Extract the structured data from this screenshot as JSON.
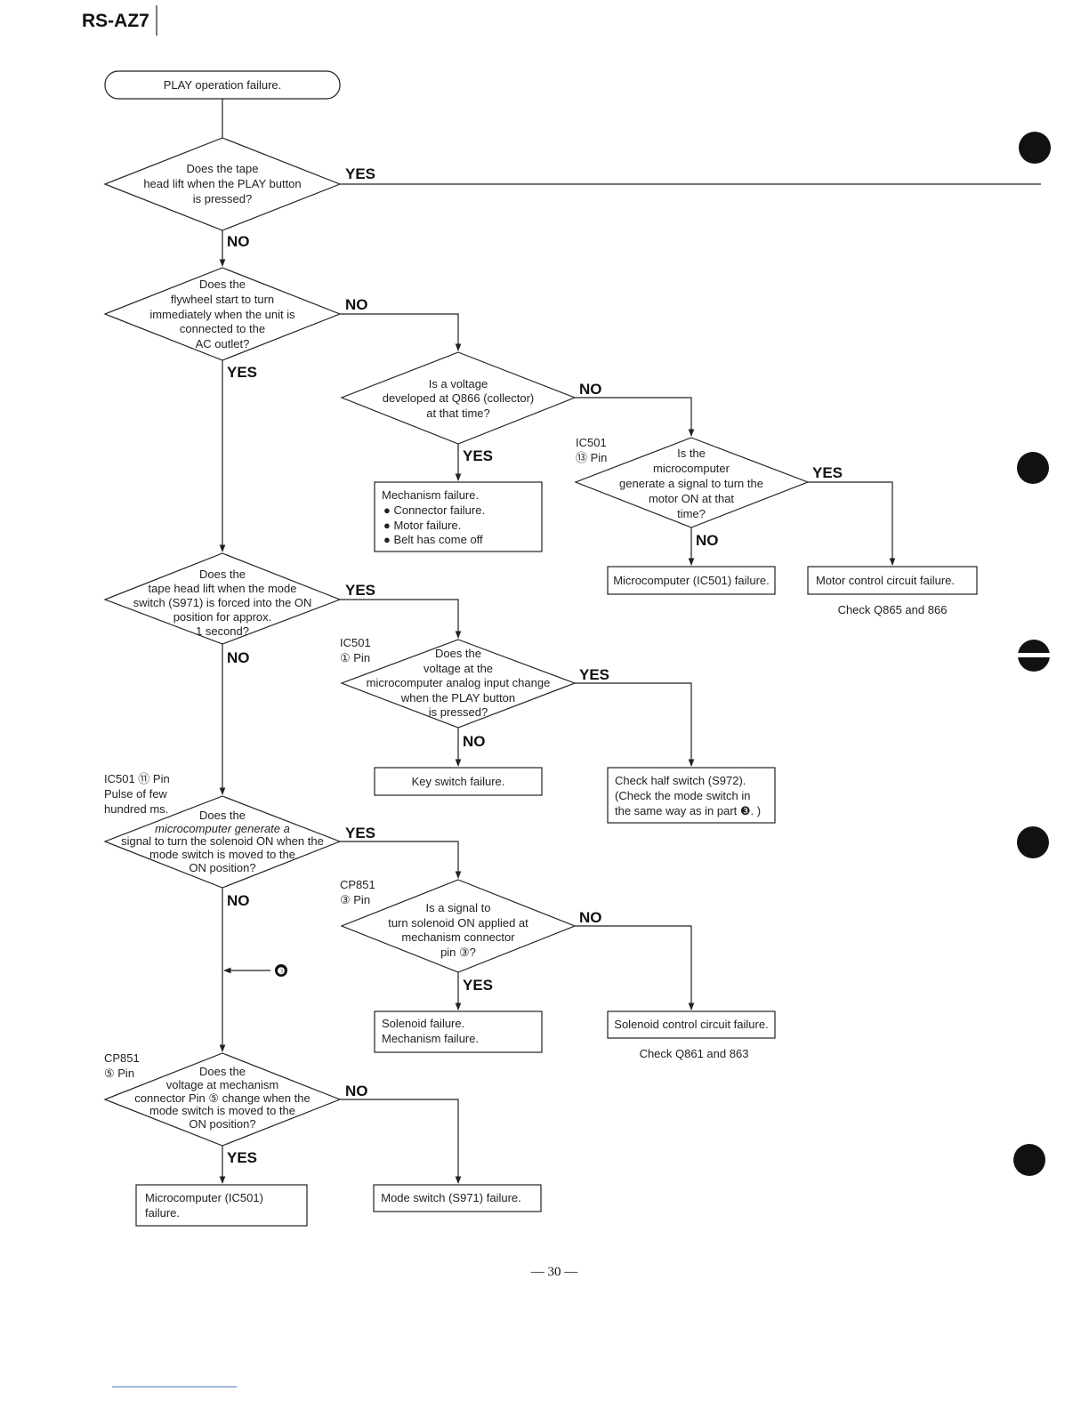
{
  "header": {
    "model": "RS-AZ7"
  },
  "page_number": "— 30 —",
  "answers": {
    "yes": "YES",
    "no": "NO"
  },
  "start": {
    "text": "PLAY operation failure."
  },
  "decisions": {
    "d1": {
      "lines": [
        "Does the tape",
        "head lift when the PLAY button",
        "is pressed?"
      ]
    },
    "d2": {
      "lines": [
        "Does the",
        "flywheel start to turn",
        "immediately when the unit is",
        "connected to the",
        "AC outlet?"
      ]
    },
    "d3": {
      "lines": [
        "Is a voltage",
        "developed at Q866 (collector)",
        "at that time?"
      ]
    },
    "d4": {
      "lines": [
        "Is the",
        "microcomputer",
        "generate a signal to turn the",
        "motor ON at that",
        "time?"
      ],
      "note": [
        "IC501",
        "⑬ Pin"
      ]
    },
    "d5": {
      "lines": [
        "Does the",
        "tape head lift when the mode",
        "switch (S971) is forced into the ON",
        "position for approx.",
        "1 second?"
      ]
    },
    "d6": {
      "lines": [
        "Does the",
        "voltage at the",
        "microcomputer analog input change",
        "when the PLAY button",
        "is pressed?"
      ],
      "note": [
        "IC501",
        "① Pin"
      ]
    },
    "d7": {
      "lines": [
        "Does the",
        "microcomputer generate a",
        "signal to turn the solenoid ON when the",
        "mode switch is moved to the",
        "ON position?"
      ],
      "note": [
        "IC501 ⑪ Pin",
        "Pulse of few",
        "hundred ms."
      ]
    },
    "d8": {
      "lines": [
        "Is a signal to",
        "turn solenoid ON applied at",
        "mechanism connector",
        "pin ③?"
      ],
      "note": [
        "CP851",
        "③ Pin"
      ]
    },
    "d9": {
      "lines": [
        "Does the",
        "voltage at mechanism",
        "connector Pin ⑤ change when the",
        "mode switch is moved to the",
        "ON position?"
      ],
      "note": [
        "CP851",
        "⑤ Pin"
      ]
    }
  },
  "results": {
    "r1": {
      "lines": [
        "Mechanism failure.",
        "● Connector failure.",
        "● Motor failure.",
        "● Belt has come off"
      ]
    },
    "r2": {
      "lines": [
        "Microcomputer (IC501) failure."
      ]
    },
    "r3": {
      "lines": [
        "Motor control circuit failure."
      ],
      "note": "Check Q865 and 866"
    },
    "r4": {
      "lines": [
        "Key switch failure."
      ]
    },
    "r5": {
      "lines": [
        "Check half switch (S972).",
        "(Check the mode switch in",
        "the same way as in part ❸. )"
      ]
    },
    "r6": {
      "lines": [
        "Solenoid failure.",
        "Mechanism failure."
      ]
    },
    "r7": {
      "lines": [
        "Solenoid control circuit failure."
      ],
      "note": "Check Q861 and 863"
    },
    "r8": {
      "lines": [
        "Microcomputer (IC501)",
        "failure."
      ]
    },
    "r9": {
      "lines": [
        "Mode switch (S971) failure."
      ]
    }
  },
  "connector_ref": "❸"
}
